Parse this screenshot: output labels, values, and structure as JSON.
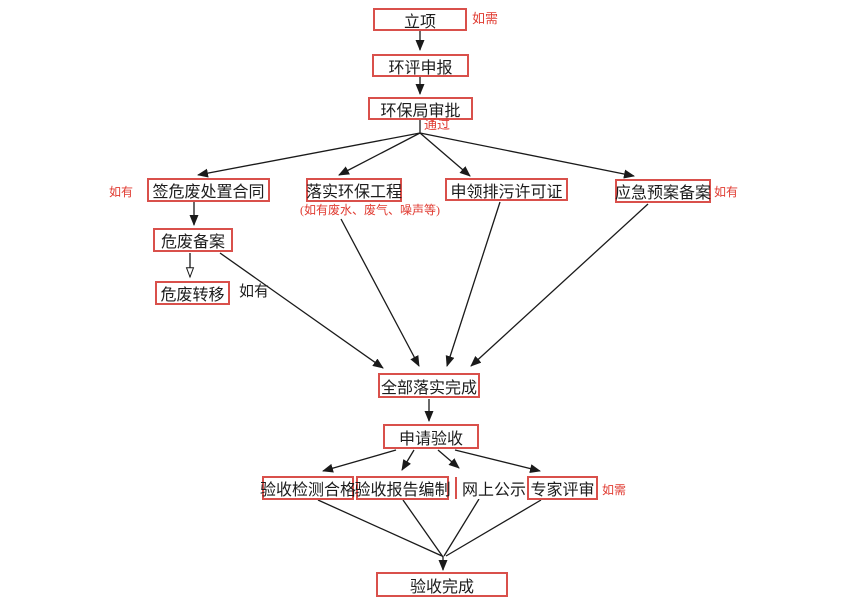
{
  "colors": {
    "box_border": "#d9504b",
    "annotation_red": "#e03a30",
    "text": "#1c1c1c",
    "line": "#1a1a1a",
    "background": "#ffffff"
  },
  "nodes": {
    "project_initiation": {
      "label": "立项"
    },
    "eia_declaration": {
      "label": "环评申报"
    },
    "epb_approval": {
      "label": "环保局审批"
    },
    "hazwaste_contract": {
      "label": "签危废处置合同"
    },
    "env_engineering": {
      "label": "落实环保工程"
    },
    "discharge_permit": {
      "label": "申领排污许可证"
    },
    "emergency_plan_filing": {
      "label": "应急预案备案"
    },
    "hazwaste_filing": {
      "label": "危废备案"
    },
    "hazwaste_transfer": {
      "label": "危废转移"
    },
    "all_implemented": {
      "label": "全部落实完成"
    },
    "apply_acceptance": {
      "label": "申请验收"
    },
    "acceptance_test_pass": {
      "label": "验收检测合格"
    },
    "acceptance_report": {
      "label": "验收报告编制"
    },
    "online_publicity": {
      "label": "网上公示"
    },
    "expert_review": {
      "label": "专家评审"
    },
    "acceptance_complete": {
      "label": "验收完成"
    }
  },
  "annotations": {
    "if_needed_top": "如需",
    "passed": "通过",
    "if_any_left": "如有",
    "env_engineering_note": "(如有废水、废气、噪声等)",
    "if_any_right": "如有",
    "if_any_transfer": "如有",
    "if_needed_bottom": "如需"
  }
}
